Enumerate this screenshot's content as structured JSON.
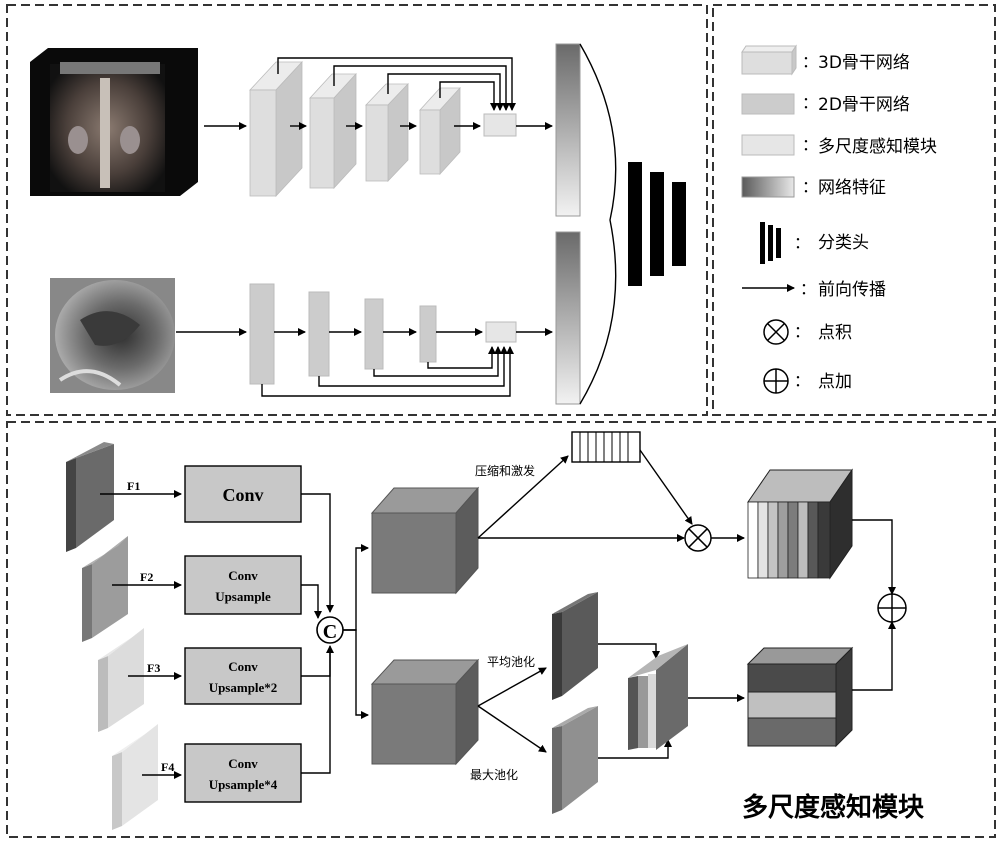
{
  "legend": {
    "backbone_3d": "3D骨干网络",
    "backbone_2d": "2D骨干网络",
    "multiscale_module": "多尺度感知模块",
    "network_feature": "网络特征",
    "classification_head": "分类头",
    "forward_propagation": "前向传播",
    "dot_product": "点积",
    "dot_add": "点加",
    "colon": "："
  },
  "module": {
    "title": "多尺度感知模块",
    "features": [
      "F1",
      "F2",
      "F3",
      "F4"
    ],
    "conv_blocks": [
      {
        "line1": "Conv",
        "line2": ""
      },
      {
        "line1": "Conv",
        "line2": "Upsample"
      },
      {
        "line1": "Conv",
        "line2": "Upsample*2"
      },
      {
        "line1": "Conv",
        "line2": "Upsample*4"
      }
    ],
    "concat_symbol": "C",
    "squeeze_excite": "压缩和激发",
    "avg_pool": "平均池化",
    "max_pool": "最大池化"
  },
  "colors": {
    "backbone_3d": "#dedede",
    "backbone_2d": "#cccccc",
    "multiscale": "#e6e6e6",
    "conv_box": "#c8c8c8",
    "dark_cube": "#7a7a7a"
  }
}
